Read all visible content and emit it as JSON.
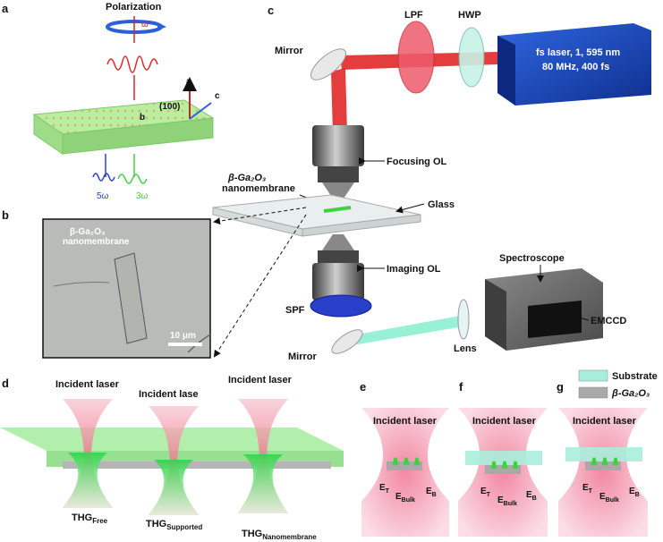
{
  "panels": {
    "a": "a",
    "b": "b",
    "c": "c",
    "d": "d",
    "e": "e",
    "f": "f",
    "g": "g"
  },
  "panel_a": {
    "polarization": "Polarization",
    "omega": "ω",
    "axis_a": "a",
    "axis_b": "b",
    "axis_c": "c",
    "plane": "(100)",
    "h5": "5ω",
    "h3": "3ω"
  },
  "panel_b": {
    "label_line1": "β-Ga₂O₃",
    "label_line2": "nanomembrane",
    "scale": "10 μm"
  },
  "panel_c": {
    "lpf": "LPF",
    "hwp": "HWP",
    "laser_line1": "fs laser, 1, 595 nm",
    "laser_line2": "80 MHz, 400 fs",
    "mirror_top": "Mirror",
    "focusing": "Focusing OL",
    "sample_line1": "β-Ga₂O₃",
    "sample_line2": "nanomembrane",
    "glass": "Glass",
    "imaging": "Imaging OL",
    "spf": "SPF",
    "spectroscope": "Spectroscope",
    "emccd": "EMCCD",
    "lens": "Lens",
    "mirror_bottom": "Mirror"
  },
  "panel_d": {
    "incident1": "Incident laser",
    "incident2": "Incident lase",
    "incident3": "Incident laser",
    "thg1_main": "THG",
    "thg1_sub": "Free",
    "thg2_main": "THG",
    "thg2_sub": "Supported",
    "thg3_main": "THG",
    "thg3_sub": "Nanomembrane"
  },
  "panel_efg": {
    "incident": "Incident laser",
    "et_main": "E",
    "et_sub": "T",
    "ebulk_main": "E",
    "ebulk_sub": "Bulk",
    "eb_main": "E",
    "eb_sub": "B"
  },
  "legend": {
    "substrate": "Substrate",
    "ga2o3": "β-Ga₂O₃",
    "substrate_color": "#a8eedc",
    "ga2o3_color": "#a9a9a9"
  },
  "colors": {
    "laser_red": "#e02828",
    "thg_green": "#3ed23e",
    "fifth_blue": "#2a3fc9",
    "laser_box": "#1b47b8",
    "cone_pink": "#f6b3c4"
  }
}
